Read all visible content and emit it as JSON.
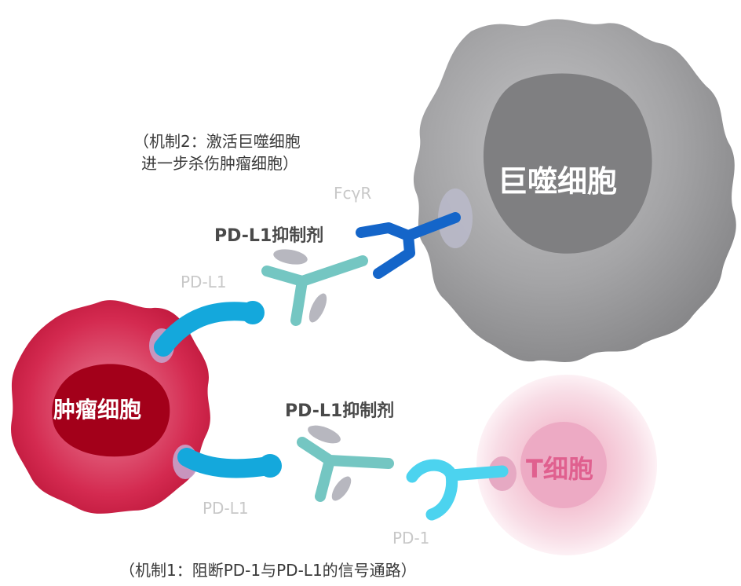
{
  "labels": {
    "mechanism2_line1": "（机制2：激活巨噬细胞",
    "mechanism2_line2": "进一步杀伤肿瘤细胞）",
    "fcyr": "FcγR",
    "inhibitor_top": "PD-L1抑制剂",
    "pdl1_top": "PD-L1",
    "macrophage": "巨噬细胞",
    "tumor_cell": "肿瘤细胞",
    "inhibitor_bottom": "PD-L1抑制剂",
    "t_cell": "T细胞",
    "pdl1_bottom": "PD-L1",
    "pd1": "PD-1",
    "mechanism1": "（机制1：阻断PD-1与PD-L1的信号通路）"
  },
  "colors": {
    "macrophage_body": "#9b9b9d",
    "macrophage_nucleus": "#7f7f81",
    "tumor_outer": "#cc1f45",
    "tumor_nucleus": "#a3001a",
    "tcell_halo": "#f7d3de",
    "tcell_nucleus": "#eba6c1",
    "pdl1": "#14a8dc",
    "antibody": "#74c6c2",
    "fcyr": "#1465c9",
    "pd1": "#4cd3ef",
    "inhibitor_grey": "#b7b7bf",
    "membrane_patch": "#c79cc4"
  }
}
